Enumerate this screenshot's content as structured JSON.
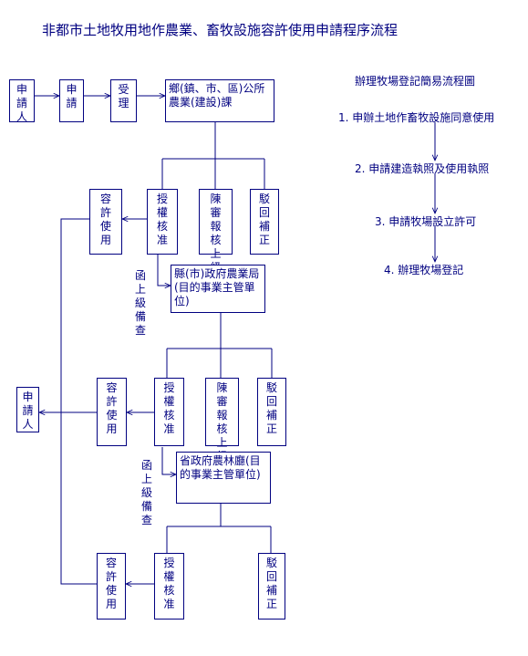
{
  "title": "非都市土地牧用地作農業、畜牧設施容許使用申請程序流程",
  "left_flow": {
    "applicant_top": "申請人",
    "apply": "申請",
    "accept": "受理",
    "township_office": "鄉(鎮、市、區)公所農業(建設)課",
    "permit_1": "容許使用",
    "authorize_1": "授權核准",
    "submit_review_1": "陳審報核上級",
    "reject_1": "駁回補正",
    "upper_check_1": "函上級備查",
    "county_bureau": "縣(市)政府農業局(目的事業主管單位)",
    "applicant_left": "申請人",
    "permit_2": "容許使用",
    "authorize_2": "授權核准",
    "submit_review_2": "陳審報核上級",
    "reject_2": "駁回補正",
    "upper_check_2": "函上級備查",
    "province_dept": "省政府農林廳(目的事業主管單位)",
    "permit_3": "容許使用",
    "authorize_3": "授權核准",
    "reject_3": "駁回補正"
  },
  "right_flow": {
    "title": "辦理牧場登記簡易流程圖",
    "steps": [
      "1. 申辦土地作畜牧設施同意使用",
      "2. 申請建造執照及使用執照",
      "3. 申請牧場設立許可",
      "4. 辦理牧場登記"
    ]
  },
  "colors": {
    "line": "#000080",
    "text": "#000080"
  }
}
